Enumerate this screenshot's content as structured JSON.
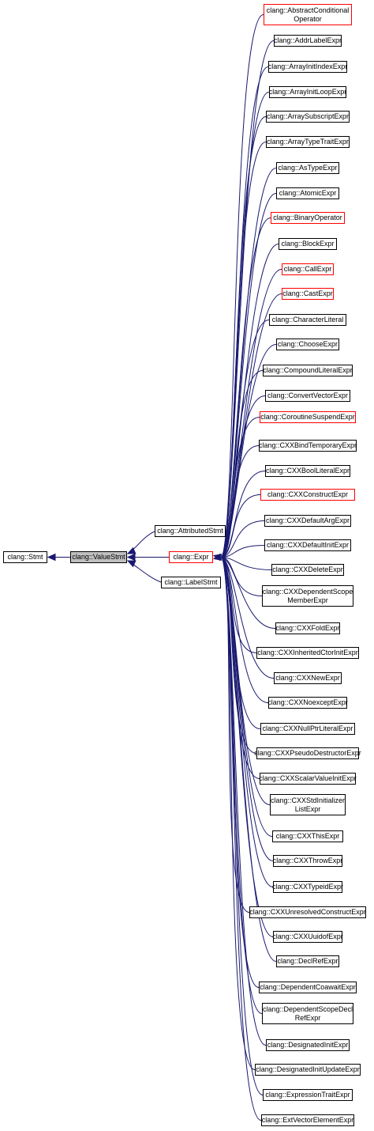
{
  "diagram": {
    "colors": {
      "edge": "#191970",
      "link_border": "#ff0000",
      "plain_border": "#000000",
      "selected_fill": "#bfbfbf"
    },
    "left_nodes": [
      {
        "id": "stmt",
        "label": "clang::Stmt"
      },
      {
        "id": "valuestmt",
        "label": "clang::ValueStmt",
        "selected": true
      },
      {
        "id": "attributed",
        "label": "clang::AttributedStmt"
      },
      {
        "id": "expr",
        "label": "clang::Expr",
        "red": true
      },
      {
        "id": "labelstmt",
        "label": "clang::LabelStmt"
      }
    ],
    "children": [
      {
        "label": "clang::AbstractConditional\nOperator",
        "red": true
      },
      {
        "label": "clang::AddrLabelExpr"
      },
      {
        "label": "clang::ArrayInitIndexExpr"
      },
      {
        "label": "clang::ArrayInitLoopExpr"
      },
      {
        "label": "clang::ArraySubscriptExpr"
      },
      {
        "label": "clang::ArrayTypeTraitExpr"
      },
      {
        "label": "clang::AsTypeExpr"
      },
      {
        "label": "clang::AtomicExpr"
      },
      {
        "label": "clang::BinaryOperator",
        "red": true
      },
      {
        "label": "clang::BlockExpr"
      },
      {
        "label": "clang::CallExpr",
        "red": true
      },
      {
        "label": "clang::CastExpr",
        "red": true
      },
      {
        "label": "clang::CharacterLiteral"
      },
      {
        "label": "clang::ChooseExpr"
      },
      {
        "label": "clang::CompoundLiteralExpr"
      },
      {
        "label": "clang::ConvertVectorExpr"
      },
      {
        "label": "clang::CoroutineSuspendExpr",
        "red": true
      },
      {
        "label": "clang::CXXBindTemporaryExpr"
      },
      {
        "label": "clang::CXXBoolLiteralExpr"
      },
      {
        "label": "clang::CXXConstructExpr",
        "red": true
      },
      {
        "label": "clang::CXXDefaultArgExpr"
      },
      {
        "label": "clang::CXXDefaultInitExpr"
      },
      {
        "label": "clang::CXXDeleteExpr"
      },
      {
        "label": "clang::CXXDependentScope\nMemberExpr"
      },
      {
        "label": "clang::CXXFoldExpr"
      },
      {
        "label": "clang::CXXInheritedCtorInitExpr"
      },
      {
        "label": "clang::CXXNewExpr"
      },
      {
        "label": "clang::CXXNoexceptExpr"
      },
      {
        "label": "clang::CXXNullPtrLiteralExpr"
      },
      {
        "label": "clang::CXXPseudoDestructorExpr"
      },
      {
        "label": "clang::CXXScalarValueInitExpr"
      },
      {
        "label": "clang::CXXStdInitializer\nListExpr"
      },
      {
        "label": "clang::CXXThisExpr"
      },
      {
        "label": "clang::CXXThrowExpr"
      },
      {
        "label": "clang::CXXTypeidExpr"
      },
      {
        "label": "clang::CXXUnresolvedConstructExpr"
      },
      {
        "label": "clang::CXXUuidofExpr"
      },
      {
        "label": "clang::DeclRefExpr"
      },
      {
        "label": "clang::DependentCoawaitExpr"
      },
      {
        "label": "clang::DependentScopeDecl\nRefExpr"
      },
      {
        "label": "clang::DesignatedInitExpr"
      },
      {
        "label": "clang::DesignatedInitUpdateExpr"
      },
      {
        "label": "clang::ExpressionTraitExpr"
      },
      {
        "label": "clang::ExtVectorElementExpr"
      }
    ]
  }
}
